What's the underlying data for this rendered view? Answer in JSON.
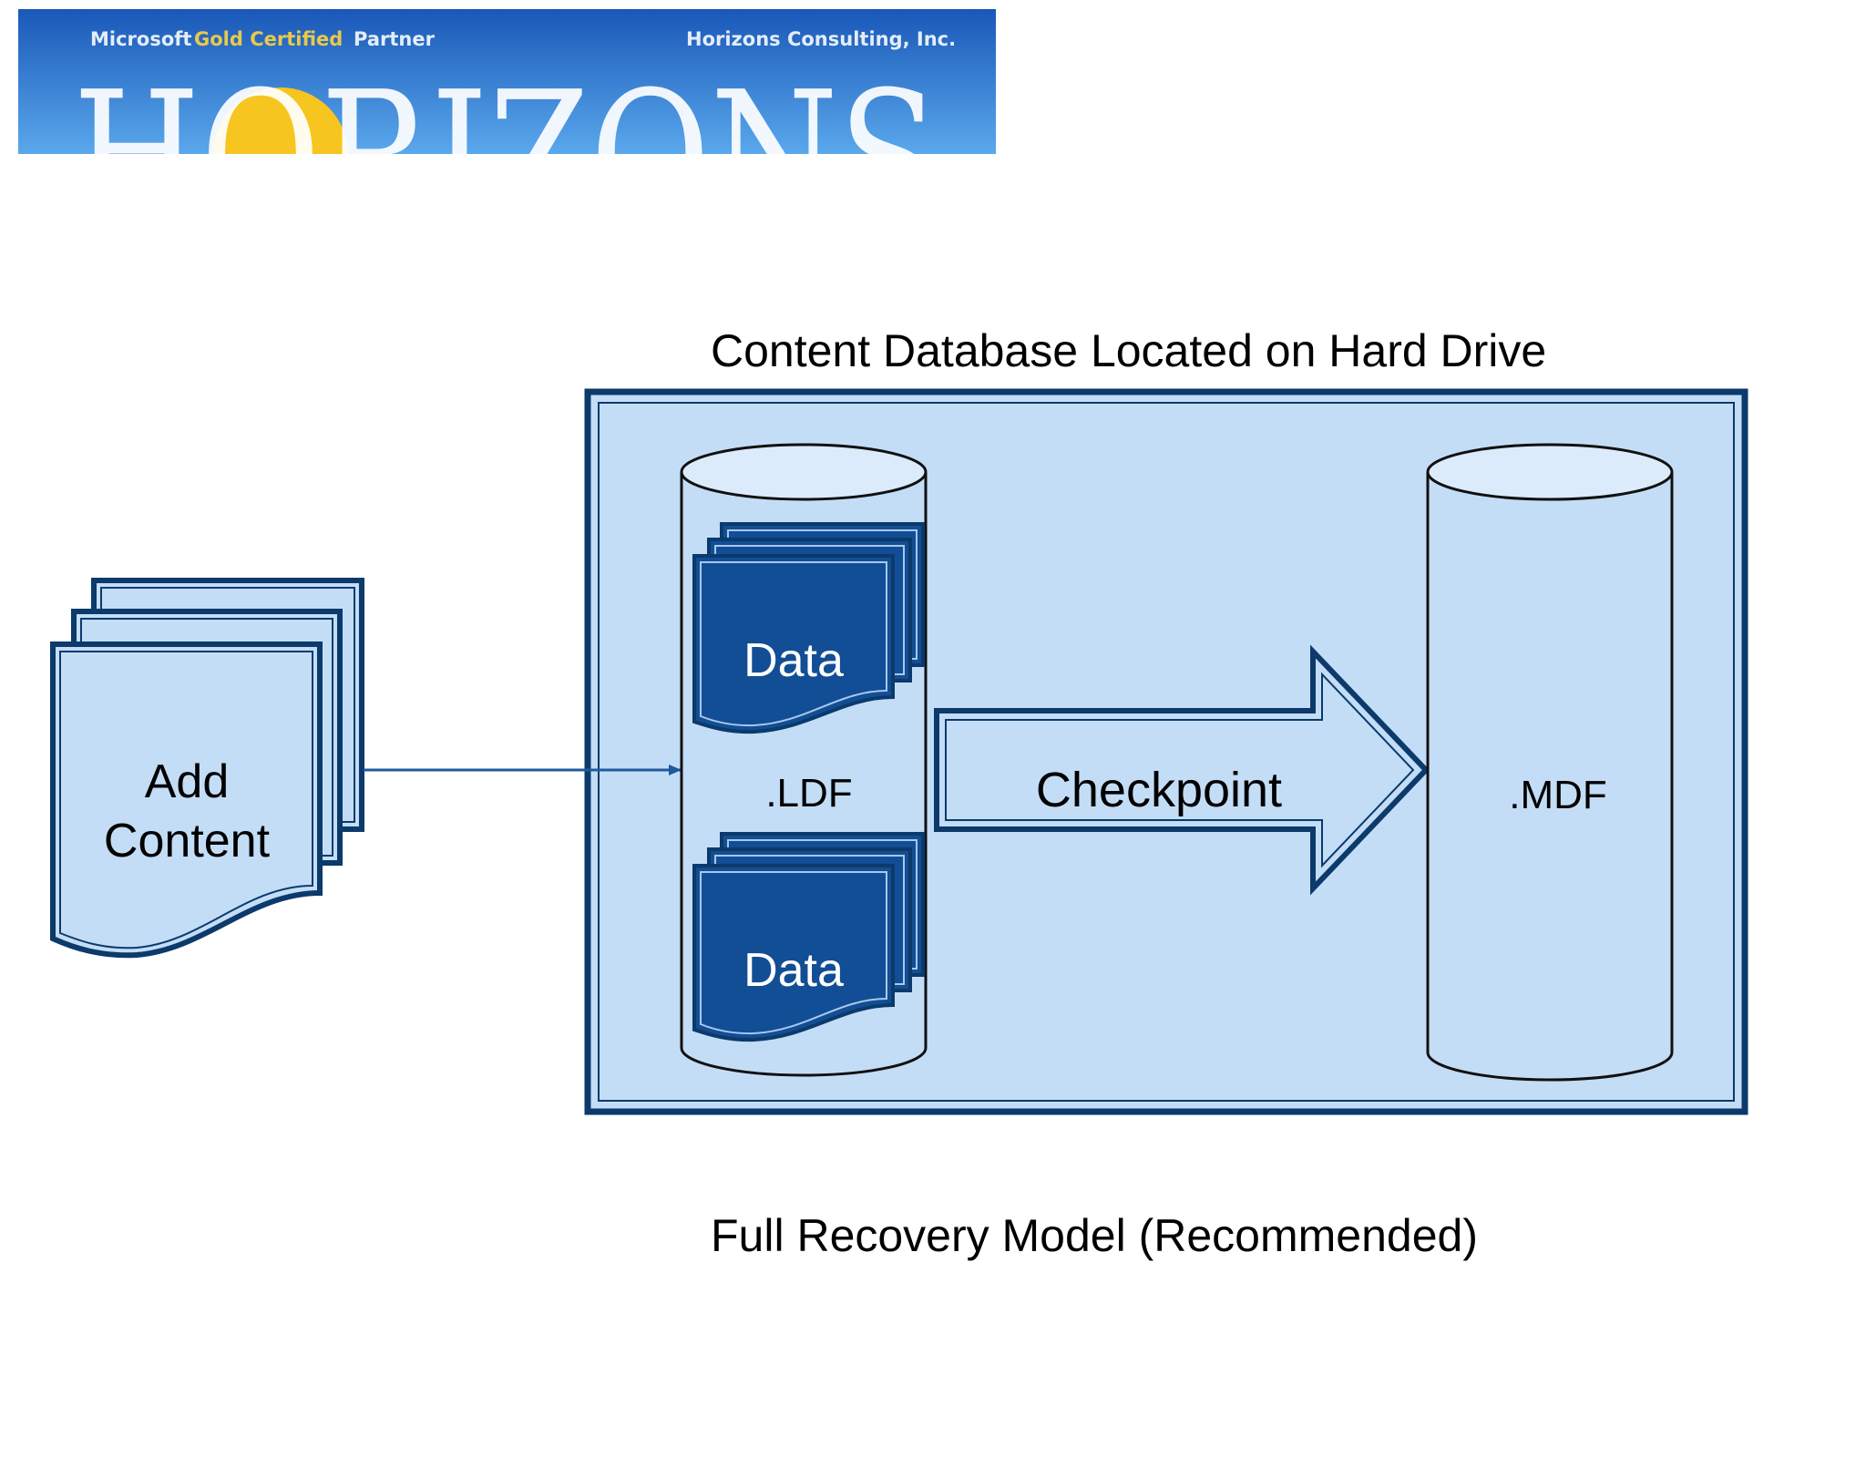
{
  "banner": {
    "microsoft": "Microsoft",
    "gold_certified": "Gold Certified",
    "partner": "Partner",
    "company": "Horizons Consulting, Inc.",
    "logo_word": "HORIZONS",
    "colors": {
      "sky_top": "#1a58b8",
      "sky_bottom": "#5aa8ec",
      "sun": "#f7c51f",
      "gold_text": "#e8c94a"
    }
  },
  "diagram": {
    "container_title": "Content Database Located on Hard Drive",
    "source_label_line1": "Add",
    "source_label_line2": "Content",
    "log_file_label": ".LDF",
    "data_file_label": ".MDF",
    "log_pages": [
      {
        "label": "Data"
      },
      {
        "label": "Data"
      }
    ],
    "checkpoint_label": "Checkpoint",
    "caption": "Full Recovery Model (Recommended)",
    "colors": {
      "outline": "#0b3a6b",
      "fill_light": "#c4ddf6",
      "fill_top": "#dcebfb",
      "page_dark": "#124e95",
      "arrow_line": "#1f5a9c"
    }
  }
}
